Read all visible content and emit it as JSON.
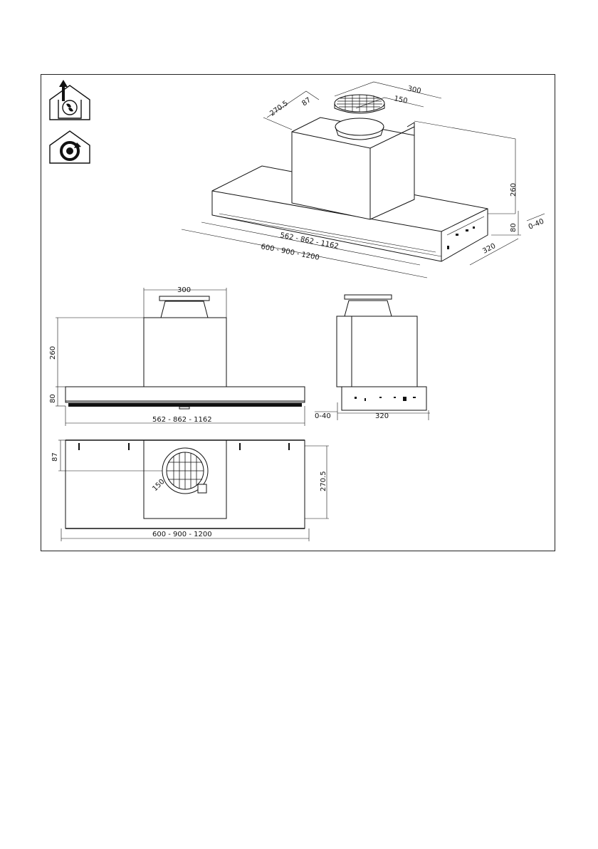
{
  "icons": [
    {
      "name": "ducted-extraction-icon"
    },
    {
      "name": "recirculation-icon"
    }
  ],
  "isometric": {
    "width_top": "300",
    "outlet_diameter": "150",
    "depth_offset": "270.5",
    "front_offset": "87",
    "height_chimney": "260",
    "height_body": "80",
    "gap": "0-40",
    "depth": "320",
    "inner_widths": "562 - 862 - 1162",
    "outer_widths": "600 - 900 - 1200"
  },
  "front_view": {
    "top_width": "300",
    "height_chimney": "260",
    "height_body": "80",
    "inner_widths": "562 - 862 - 1162"
  },
  "side_view": {
    "gap": "0-40",
    "depth": "320"
  },
  "plan_view": {
    "front_offset": "87",
    "diameter": "150",
    "depth_offset": "270.5",
    "outer_widths": "600 - 900 - 1200"
  }
}
